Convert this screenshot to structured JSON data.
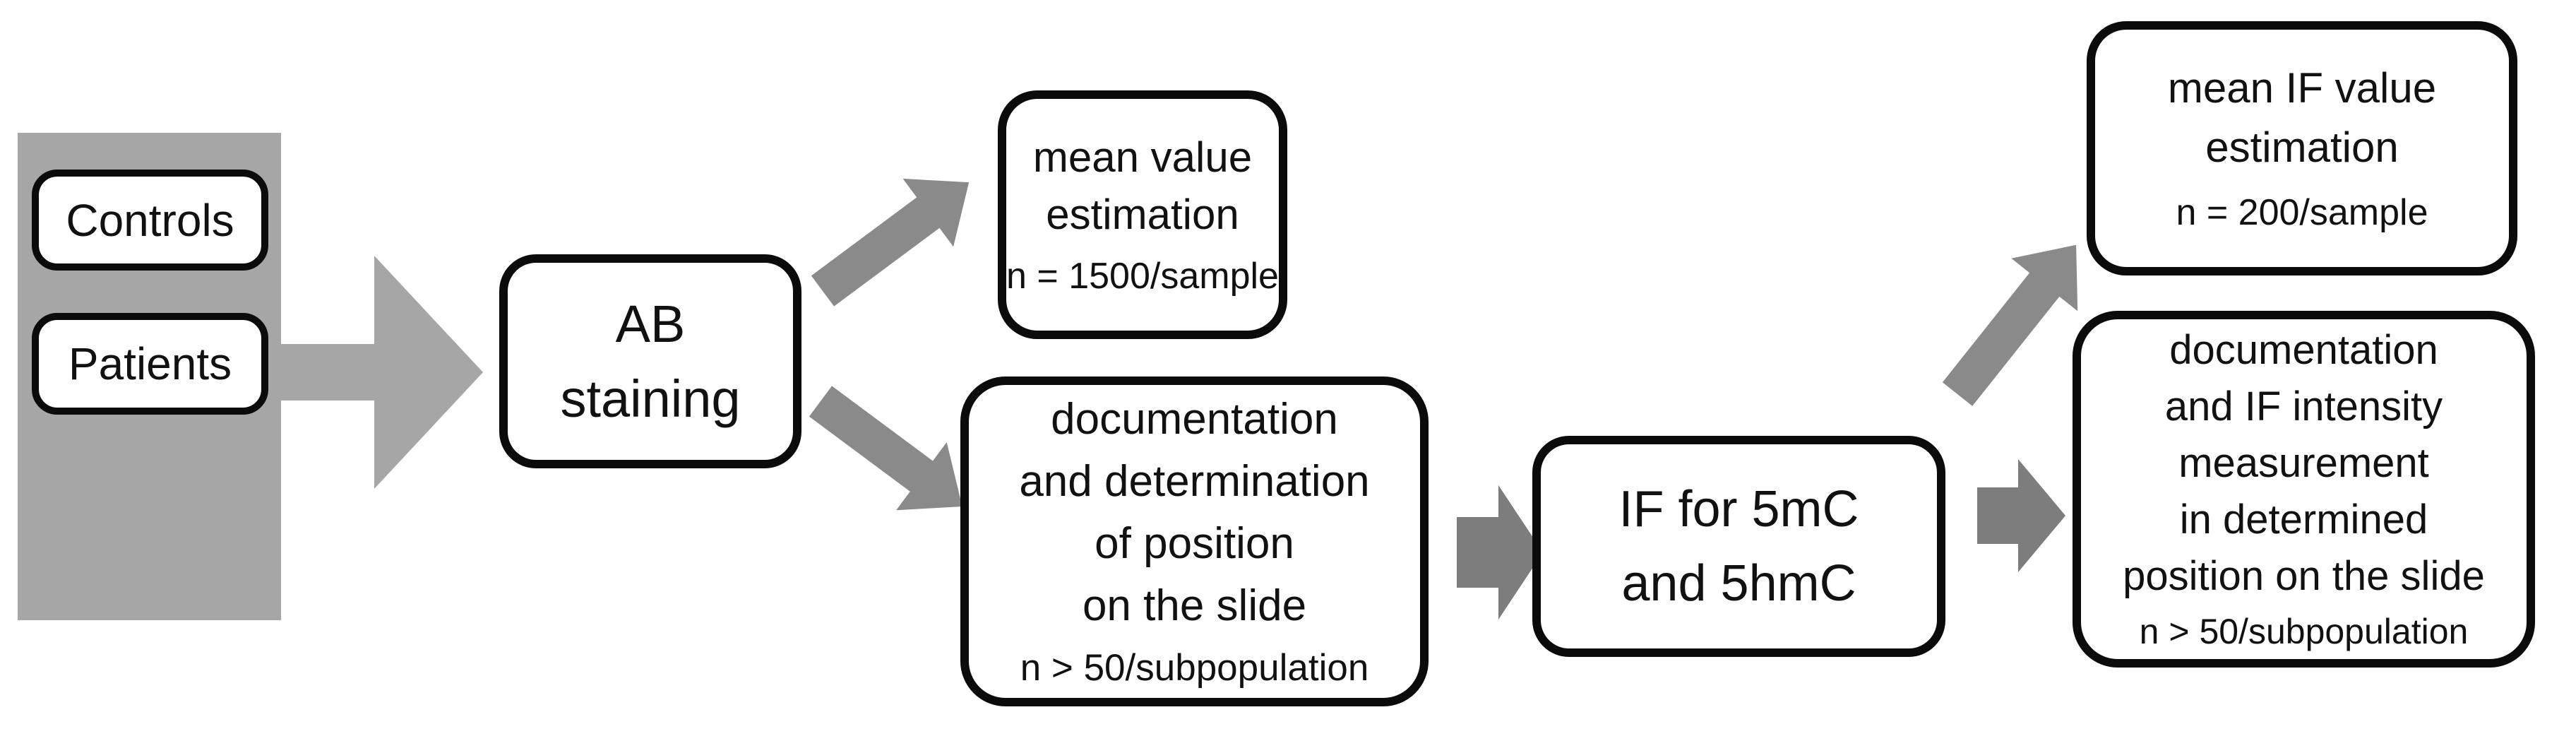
{
  "diagram": {
    "colors": {
      "panel_gray": "#a6a6a6",
      "arrow_light": "#a6a6a6",
      "arrow_medium": "#8a8a8a",
      "arrow_dark": "#7d7d7d",
      "box_border": "#0b0b0b",
      "box_fill": "#ffffff"
    },
    "nodes": {
      "controls": {
        "label": "Controls"
      },
      "patients": {
        "label": "Patients"
      },
      "ab_staining": {
        "line1": "AB",
        "line2": "staining"
      },
      "mean_value": {
        "line1": "mean value",
        "line2": "estimation",
        "note": "n = 1500/sample"
      },
      "documentation_position": {
        "line1": "documentation",
        "line2": "and determination",
        "line3": "of position",
        "line4": "on the slide",
        "note": "n > 50/subpopulation"
      },
      "if_5mc_5hmc": {
        "line1": "IF for 5mC",
        "line2": "and 5hmC"
      },
      "mean_if_value": {
        "line1": "mean IF value",
        "line2": "estimation",
        "note": "n = 200/sample"
      },
      "if_measurement": {
        "line1": "documentation",
        "line2": "and IF intensity",
        "line3": "measurement",
        "line4": "in determined",
        "line5": "position on the slide",
        "note": "n > 50/subpopulation"
      }
    }
  }
}
